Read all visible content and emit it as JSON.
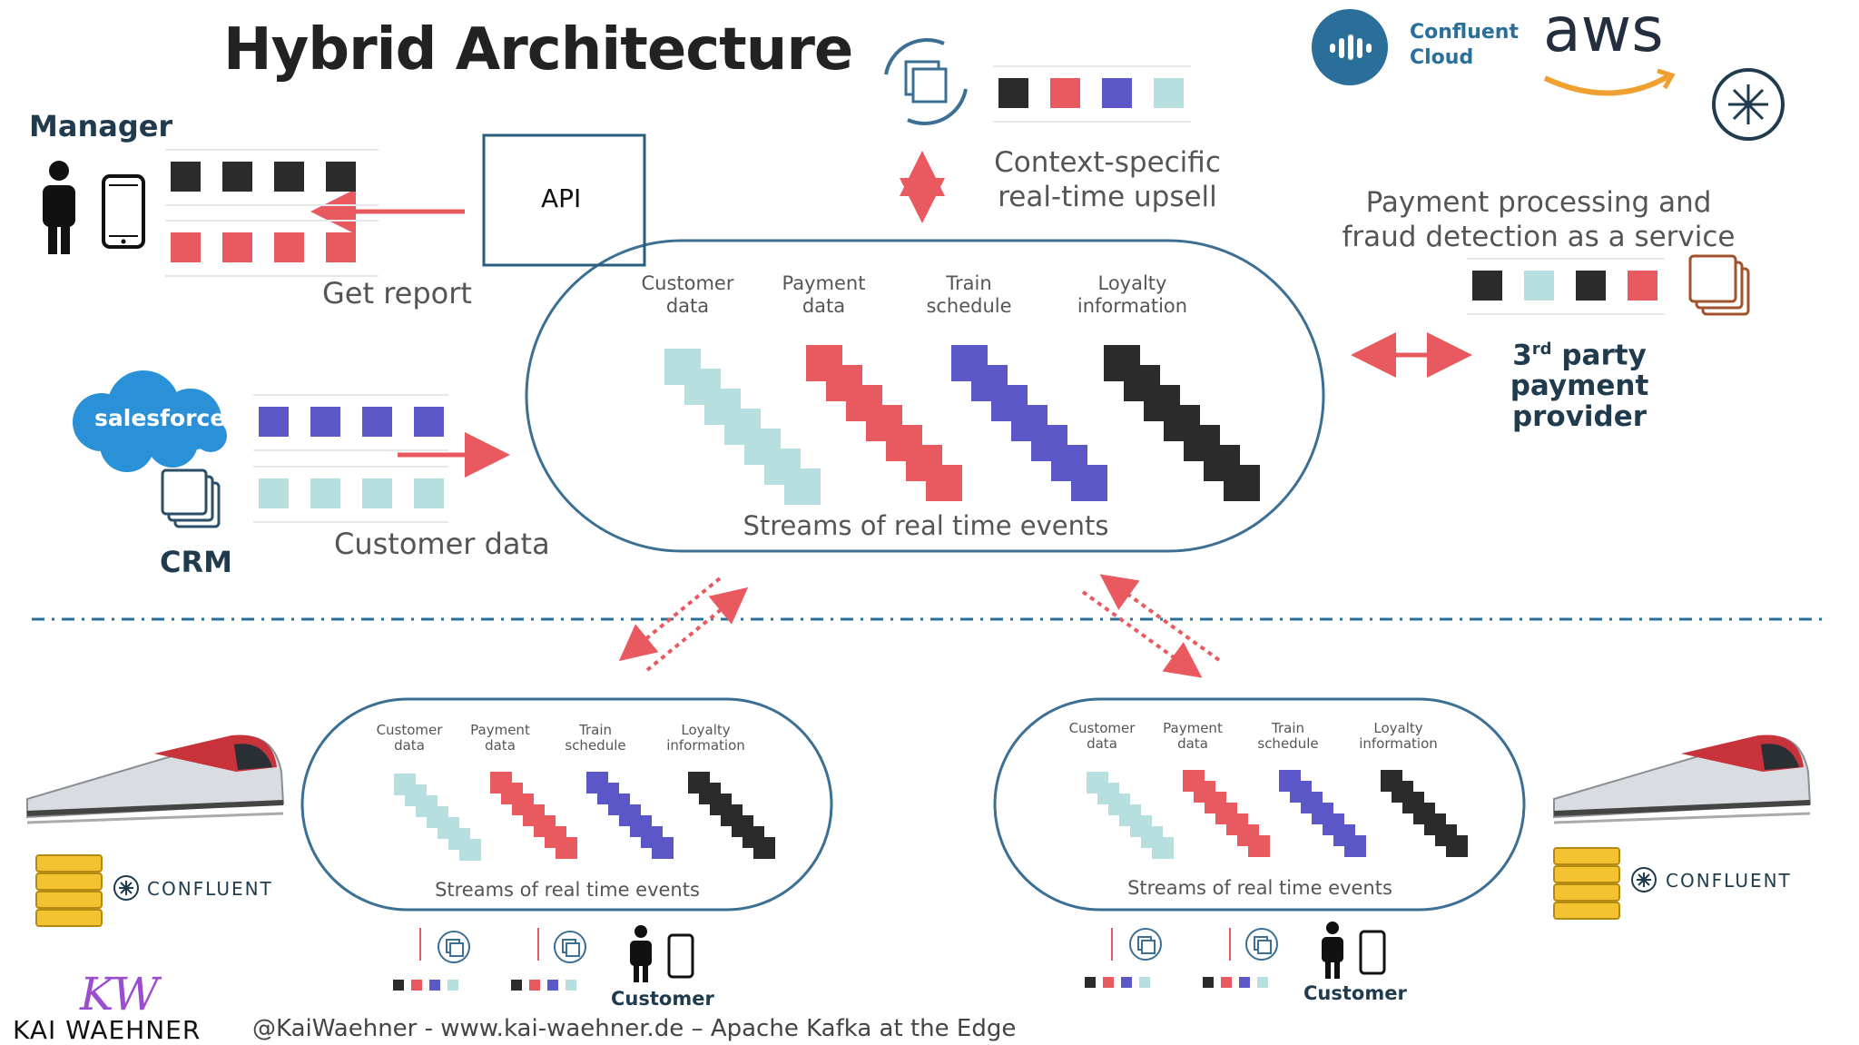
{
  "title": "Hybrid Architecture",
  "cloud": {
    "confluent_cloud": "Confluent\nCloud",
    "aws": "aws",
    "upsell": "Context-specific\nreal-time upsell",
    "payment_service": "Payment processing and\nfraud detection as a service",
    "third_party": {
      "sup": "rd",
      "line1_prefix": "3",
      "line1_suffix": " party",
      "line2": "payment",
      "line3": "provider"
    },
    "stream_columns": [
      "Customer\ndata",
      "Payment\ndata",
      "Train\nschedule",
      "Loyalty\ninformation"
    ],
    "stream_caption": "Streams of real time events"
  },
  "manager": {
    "label": "Manager",
    "api": "API",
    "get_report": "Get report"
  },
  "crm": {
    "salesforce": "salesforce",
    "label": "CRM",
    "customer_data": "Customer data"
  },
  "edge": [
    {
      "stream_columns": [
        "Customer\ndata",
        "Payment\ndata",
        "Train\nschedule",
        "Loyalty\ninformation"
      ],
      "stream_caption": "Streams of real time events",
      "customer": "Customer",
      "confluent": "CONFLUENT"
    },
    {
      "stream_columns": [
        "Customer\ndata",
        "Payment\ndata",
        "Train\nschedule",
        "Loyalty\ninformation"
      ],
      "stream_caption": "Streams of real time events",
      "customer": "Customer",
      "confluent": "CONFLUENT"
    }
  ],
  "footer": {
    "brand": "KAI WAEHNER",
    "credit": "@KaiWaehner - www.kai-waehner.de – Apache Kafka at the Edge"
  },
  "colors": {
    "black": "#2b2b2b",
    "red": "#e85a5f",
    "purple": "#5c57c6",
    "teal": "#b7dfe0",
    "blue_line": "#3b6f93",
    "brown": "#a0522d"
  },
  "icons": [
    "person-icon",
    "phone-icon",
    "cloud-sync-icon",
    "confluent-cloud-icon",
    "aws-logo-icon",
    "confluent-star-icon",
    "crm-stack-icon",
    "train-icon",
    "server-stack-icon",
    "kw-logo-icon"
  ]
}
